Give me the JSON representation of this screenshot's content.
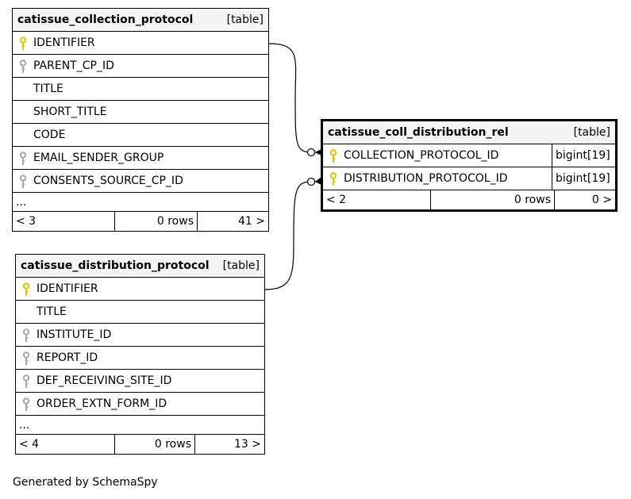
{
  "tables": {
    "collection_protocol": {
      "name": "catissue_collection_protocol",
      "kind": "[table]",
      "columns": [
        {
          "name": "IDENTIFIER",
          "key": "primary"
        },
        {
          "name": "PARENT_CP_ID",
          "key": "foreign"
        },
        {
          "name": "TITLE",
          "key": "none"
        },
        {
          "name": "SHORT_TITLE",
          "key": "none"
        },
        {
          "name": "CODE",
          "key": "none"
        },
        {
          "name": "EMAIL_SENDER_GROUP",
          "key": "foreign"
        },
        {
          "name": "CONSENTS_SOURCE_CP_ID",
          "key": "foreign"
        }
      ],
      "more": "...",
      "footer": {
        "parents": "< 3",
        "rows": "0 rows",
        "children": "41 >"
      }
    },
    "distribution_protocol": {
      "name": "catissue_distribution_protocol",
      "kind": "[table]",
      "columns": [
        {
          "name": "IDENTIFIER",
          "key": "primary"
        },
        {
          "name": "TITLE",
          "key": "none"
        },
        {
          "name": "INSTITUTE_ID",
          "key": "foreign"
        },
        {
          "name": "REPORT_ID",
          "key": "foreign"
        },
        {
          "name": "DEF_RECEIVING_SITE_ID",
          "key": "foreign"
        },
        {
          "name": "ORDER_EXTN_FORM_ID",
          "key": "foreign"
        }
      ],
      "more": "...",
      "footer": {
        "parents": "< 4",
        "rows": "0 rows",
        "children": "13 >"
      }
    },
    "coll_distribution_rel": {
      "name": "catissue_coll_distribution_rel",
      "kind": "[table]",
      "columns": [
        {
          "name": "COLLECTION_PROTOCOL_ID",
          "key": "primary",
          "type": "bigint[19]"
        },
        {
          "name": "DISTRIBUTION_PROTOCOL_ID",
          "key": "primary",
          "type": "bigint[19]"
        }
      ],
      "footer": {
        "parents": "< 2",
        "rows": "0 rows",
        "children": "0 >"
      }
    }
  },
  "colors": {
    "primary_key": "#e0c600",
    "foreign_key": "#a8a8a8",
    "header_bg": "#f5f5f5"
  },
  "generated_by": "Generated by SchemaSpy"
}
